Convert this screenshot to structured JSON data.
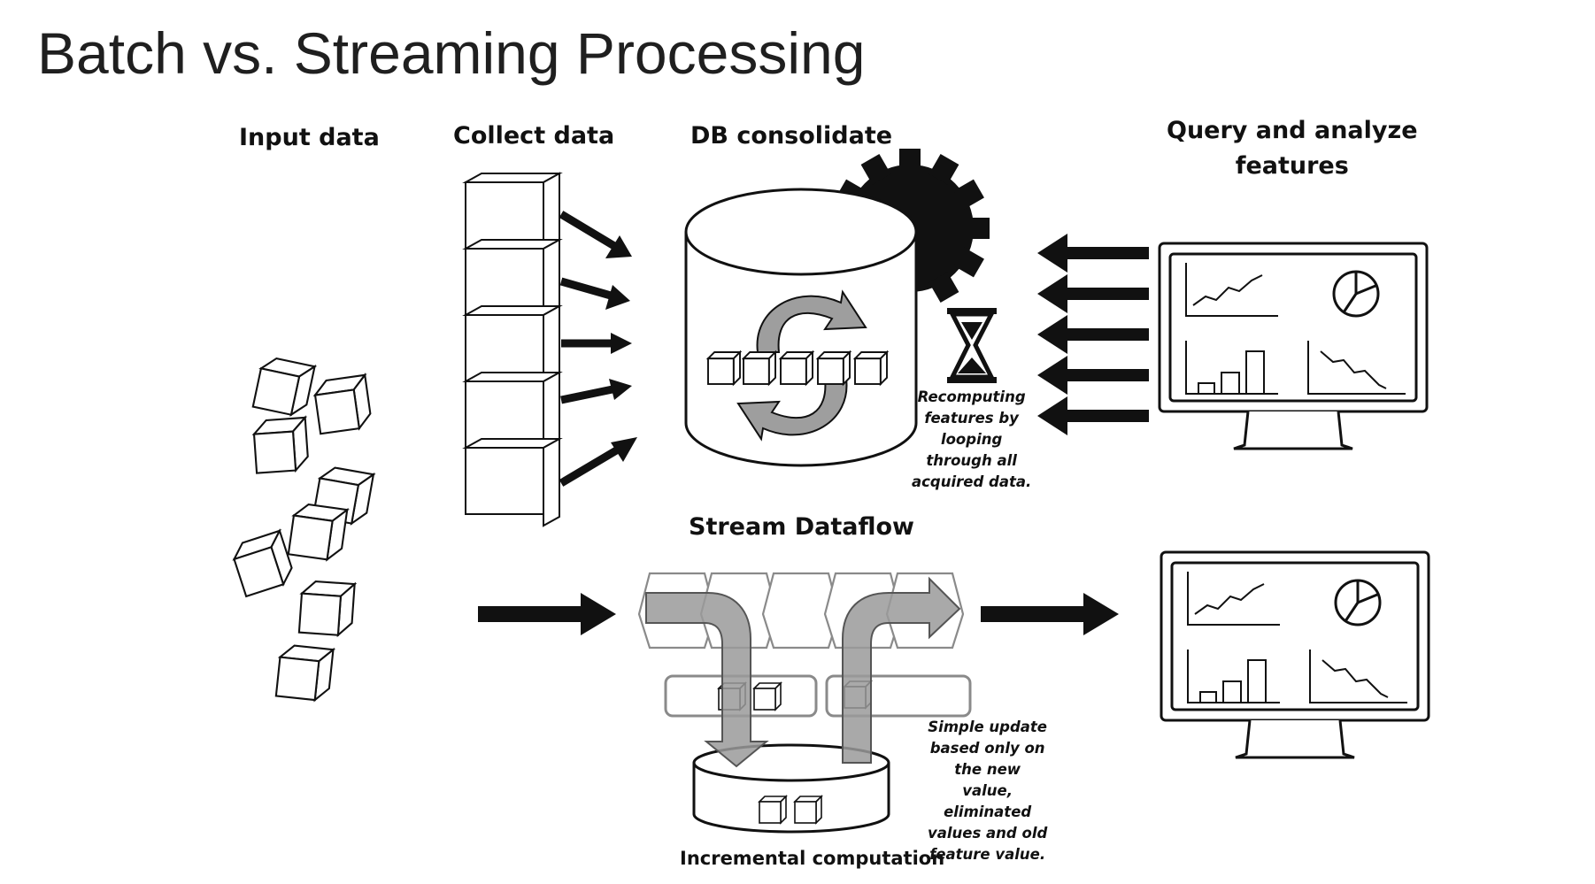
{
  "slide": {
    "title": "Batch vs. Streaming Processing"
  },
  "labels": {
    "input_data": "Input data",
    "collect_data": "Collect data",
    "db_consolidate": "DB consolidate",
    "query_analyze": [
      "Query and analyze",
      "features"
    ],
    "stream_dataflow": "Stream Dataflow",
    "incremental_computation": "Incremental computation"
  },
  "notes": {
    "recomputing": [
      "Recomputing",
      "features by",
      "looping",
      "through all",
      "acquired data."
    ],
    "simple_update": [
      "Simple update",
      "based only on",
      "the new",
      "value,",
      "eliminated",
      "values and old",
      "feature value."
    ]
  },
  "icons": [
    "cube-icon",
    "arrow-icon",
    "database-icon",
    "gear-icon",
    "hourglass-icon",
    "cycle-arrows-icon",
    "monitor-icon",
    "line-chart-icon",
    "pie-chart-icon",
    "bar-chart-icon"
  ],
  "colors": {
    "ink": "#111111",
    "stream_arrow": "#9a9a9a",
    "cycle_arrow": "#9e9e9e",
    "stream_box": "#8a8a8a"
  }
}
